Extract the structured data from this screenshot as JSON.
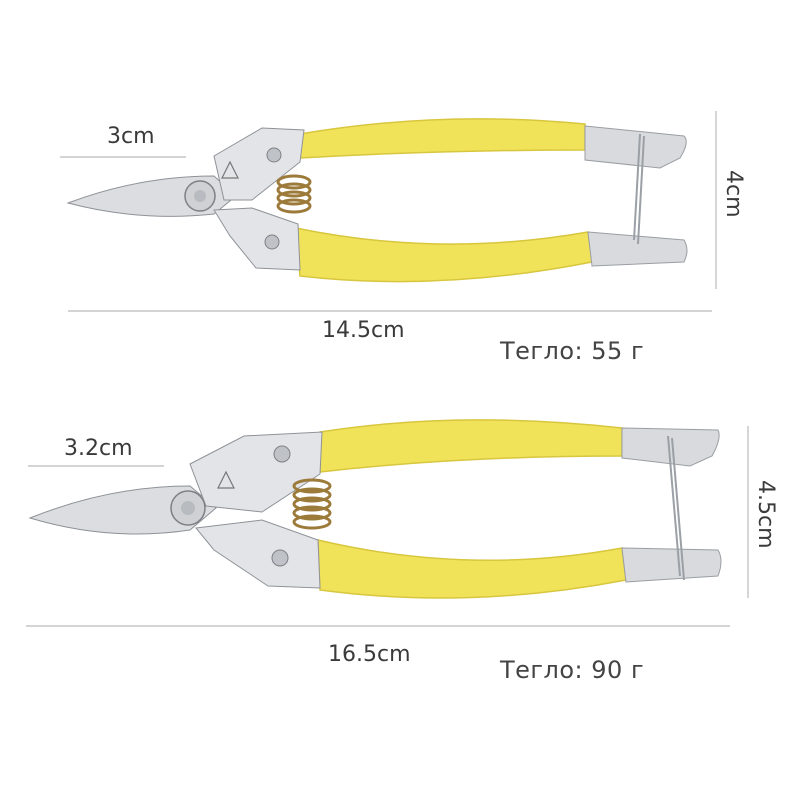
{
  "products": [
    {
      "blade_width": "3cm",
      "length": "14.5cm",
      "height": "4cm",
      "weight_label": "Тегло: 55 г"
    },
    {
      "blade_width": "3.2cm",
      "length": "16.5cm",
      "height": "4.5cm",
      "weight_label": "Тегло: 90 г"
    }
  ],
  "colors": {
    "handle": "#f0e35a",
    "steel": "#d9dbde",
    "background": "#ffffff"
  }
}
